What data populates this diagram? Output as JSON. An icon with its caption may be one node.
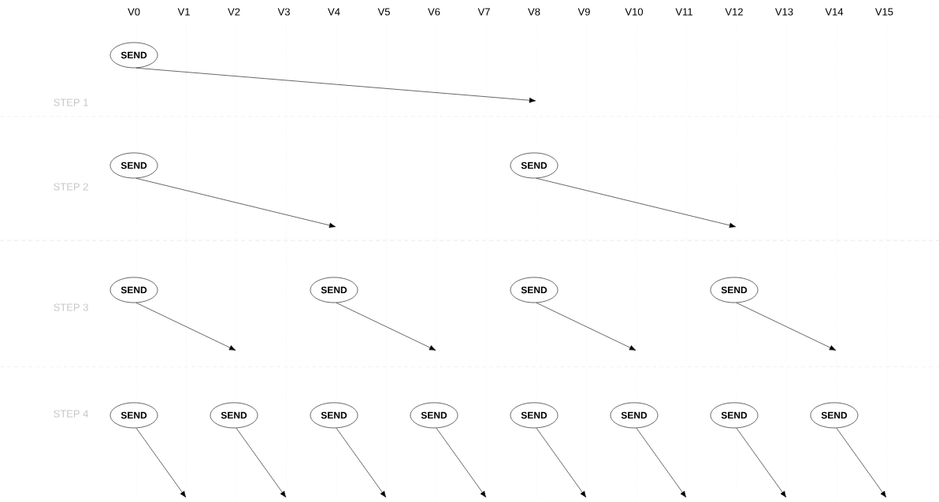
{
  "diagram": {
    "nodes": [
      {
        "text": [
          "SEND"
        ]
      },
      {
        "text": [
          "SEND"
        ]
      },
      {
        "text": [
          "SEND"
        ]
      },
      {
        "text": [
          "SEND"
        ]
      },
      {
        "text": [
          "SEND"
        ]
      },
      {
        "text": [
          "SEND"
        ]
      },
      {
        "text": [
          "SEND"
        ]
      },
      {
        "text": [
          "SEND"
        ]
      },
      {
        "text": [
          "SEND"
        ]
      },
      {
        "text": [
          "SEND"
        ]
      },
      {
        "text": [
          "SEND"
        ]
      },
      {
        "text": [
          "SEND"
        ]
      },
      {
        "text": [
          "SEND"
        ]
      },
      {
        "text": [
          "SEND"
        ]
      },
      {
        "text": [
          "SEND"
        ]
      }
    ],
    "edges": [
      {
        "from": 0,
        "to": null,
        "arrow": "to"
      },
      {
        "from": 1,
        "to": null,
        "arrow": "to"
      },
      {
        "from": 2,
        "to": null,
        "arrow": "to"
      },
      {
        "from": 3,
        "to": null,
        "arrow": "to"
      },
      {
        "from": 4,
        "to": null,
        "arrow": "to"
      },
      {
        "from": 5,
        "to": null,
        "arrow": "to"
      },
      {
        "from": 6,
        "to": null,
        "arrow": "to"
      },
      {
        "from": 7,
        "to": null,
        "arrow": "to"
      },
      {
        "from": 8,
        "to": null,
        "arrow": "to"
      },
      {
        "from": 9,
        "to": null,
        "arrow": "to"
      },
      {
        "from": 10,
        "to": null,
        "arrow": "to"
      },
      {
        "from": 11,
        "to": null,
        "arrow": "to"
      },
      {
        "from": 12,
        "to": null,
        "arrow": "to"
      },
      {
        "from": 13,
        "to": null,
        "arrow": "to"
      },
      {
        "from": 14,
        "to": null,
        "arrow": "to"
      }
    ],
    "labels": [
      "V0",
      "V1",
      "V2",
      "V3",
      "V4",
      "V5",
      "V6",
      "V7",
      "V8",
      "V9",
      "V10",
      "V11",
      "V12",
      "V13",
      "V14",
      "V15",
      "STEP 1",
      "STEP 2",
      "STEP 3",
      "STEP 4"
    ]
  }
}
